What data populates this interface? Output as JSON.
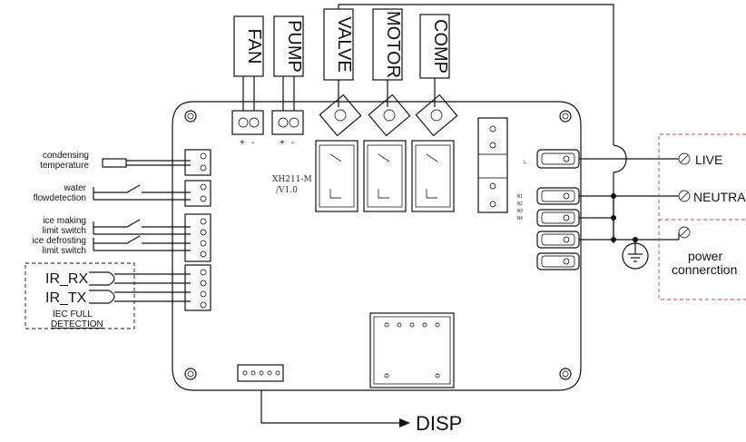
{
  "loads": {
    "fan": "FAN",
    "pump": "PUMP",
    "valve": "VALVE",
    "motor": "MOTOR",
    "comp": "COMP"
  },
  "inputs": {
    "condensing_1": "condensing",
    "condensing_2": "temperature",
    "water_1": "water",
    "water_2": "flowdetection",
    "ice_making_1": "ice making",
    "ice_making_2": "limit switch",
    "ice_defrost_1": "ice defrosting",
    "ice_defrost_2": "limit switch",
    "ir_rx": "IR_RX",
    "ir_tx": "IR_TX",
    "iec_1": "IEC FULL",
    "iec_2": "DETECTION"
  },
  "power": {
    "live": "LIVE",
    "neutral": "NEUTRA",
    "power_1": "power",
    "power_2": "connerction"
  },
  "board": {
    "model": "XH211-M",
    "version": "/V1.0",
    "term_l": "L",
    "term_n1": "N1",
    "term_n2": "N2",
    "term_n3": "N3",
    "term_n4": "N4",
    "plus": "+",
    "minus": "-"
  },
  "display": {
    "label": "DISP"
  }
}
